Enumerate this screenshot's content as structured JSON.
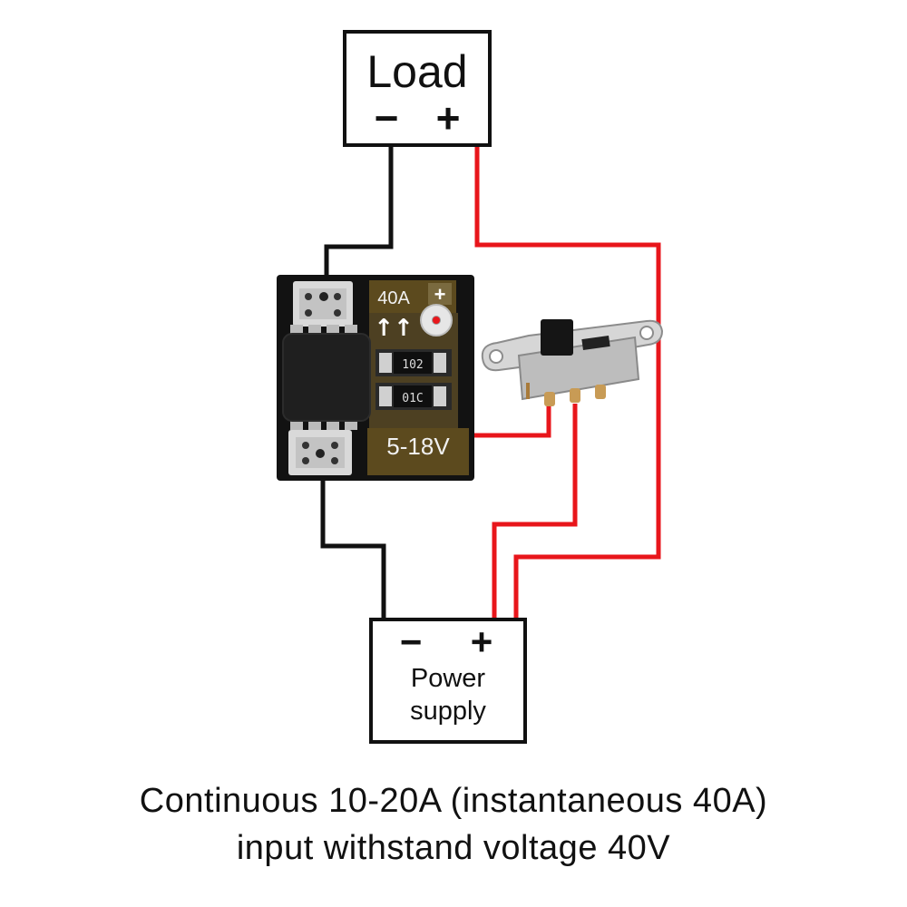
{
  "load": {
    "title": "Load",
    "minus": "−",
    "plus": "+"
  },
  "power_supply": {
    "minus": "−",
    "plus": "+",
    "line1": "Power",
    "line2": "supply"
  },
  "module": {
    "current_label": "40A",
    "plus_label": "+",
    "arrows_label": "↑↑",
    "resistor_1": "102",
    "resistor_2": "01C",
    "voltage_label": "5-18V"
  },
  "caption": {
    "line1": "Continuous 10-20A (instantaneous 40A)",
    "line2": "input withstand voltage 40V"
  },
  "colors": {
    "negative_wire": "#111111",
    "positive_wire": "#e8161b",
    "pcb": "#121212",
    "pcb_gold": "#5c4a1e",
    "switch_metal": "#c9c9c9"
  }
}
